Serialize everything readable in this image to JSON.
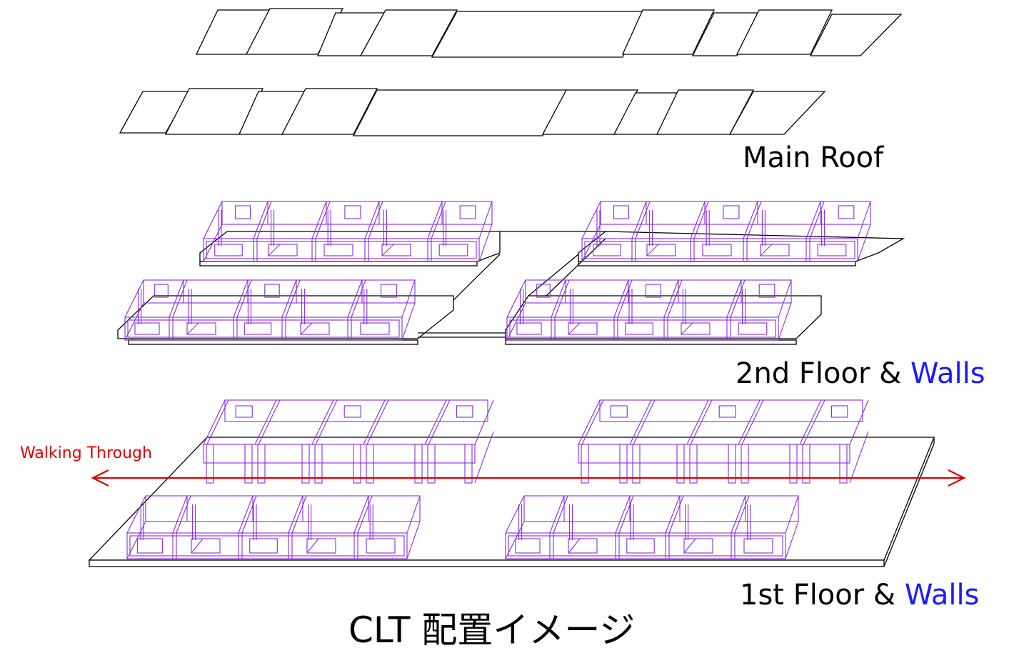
{
  "labels": {
    "main_roof": "Main Roof",
    "second_floor_prefix": "2nd Floor & ",
    "second_floor_walls": "Walls",
    "first_floor_prefix": "1st Floor & ",
    "first_floor_walls": "Walls",
    "walking_through": "Walking Through",
    "title": "CLT 配置イメージ"
  },
  "colors": {
    "wall_lines": "#8a2be2",
    "walls_text": "#1a1aff",
    "walking_arrow": "#e00000",
    "outline": "#000000"
  }
}
